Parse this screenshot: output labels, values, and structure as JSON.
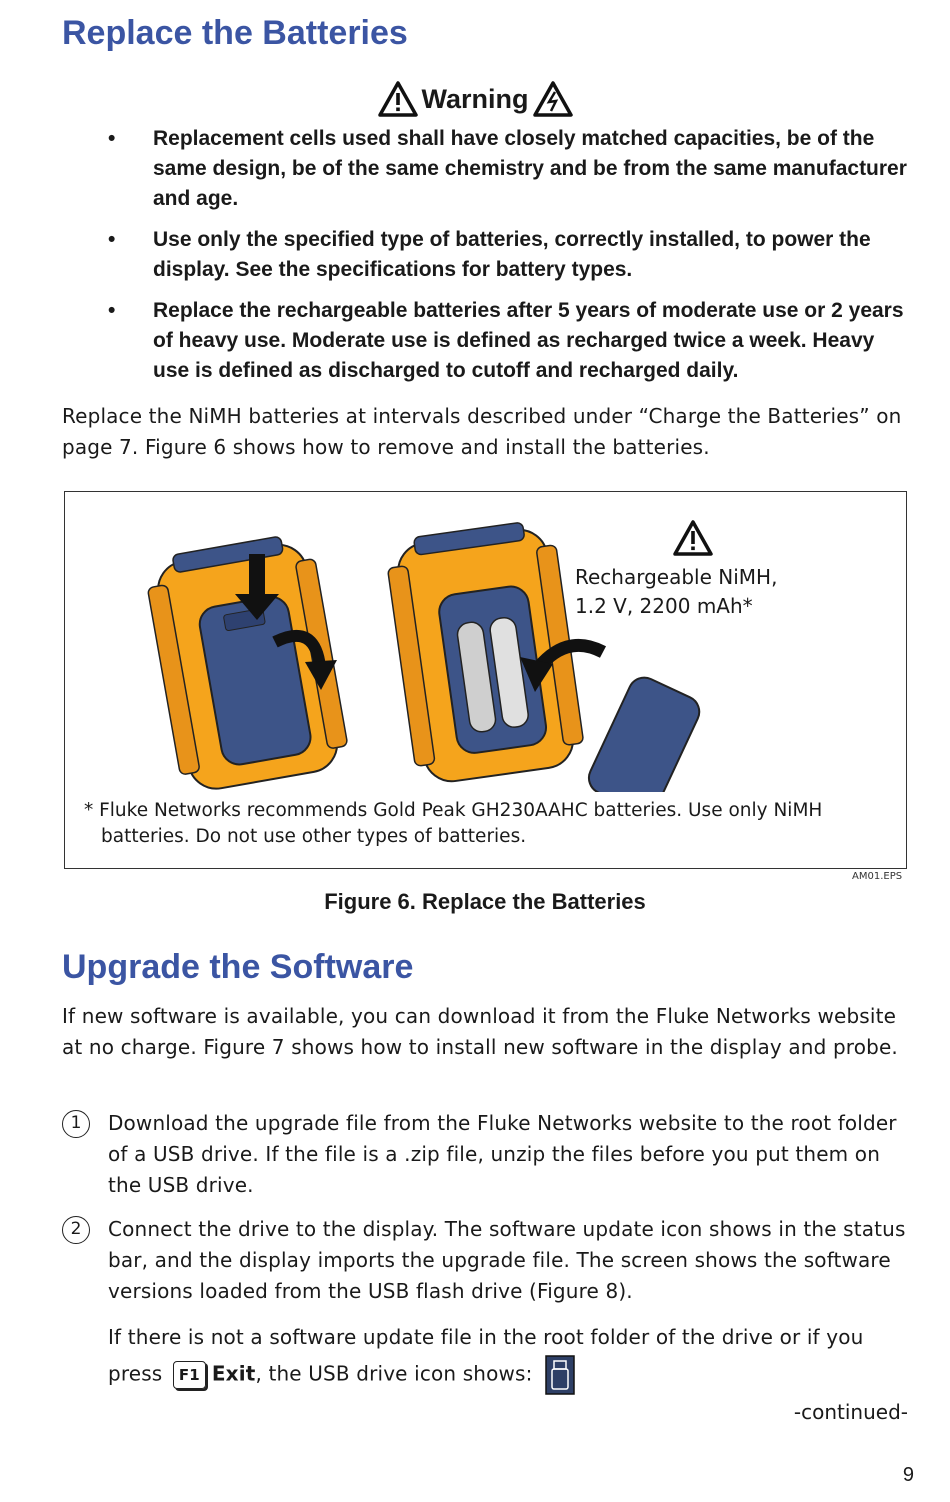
{
  "section1": {
    "title": "Replace the Batteries",
    "warning_label": "Warning",
    "warnings": [
      "Replacement cells used shall have closely matched capacities, be of the same design, be of the same chemistry and be from the same manufacturer and age.",
      "Use only the specified type of batteries, correctly installed, to power the display. See the specifications for battery types.",
      "Replace the rechargeable batteries after 5 years of moderate use or 2 years of heavy use. Moderate use is defined as recharged twice a week. Heavy use is defined as discharged to cutoff and recharged daily."
    ],
    "intro": "Replace the NiMH batteries at intervals described under “Charge the Batteries” on page 7. Figure 6 shows how to remove and install the batteries."
  },
  "figure6": {
    "battery_label_line1": "Rechargeable NiMH,",
    "battery_label_line2": "1.2 V, 2200 mAh*",
    "footnote": "* Fluke Networks recommends Gold Peak GH230AAHC batteries. Use only NiMH batteries. Do not use other types of batteries.",
    "figure_id": "AM01.EPS",
    "caption": "Figure 6. Replace the Batteries"
  },
  "section2": {
    "title": "Upgrade the Software",
    "intro": "If new software is available, you can download it from the Fluke Networks website at no charge. Figure 7 shows how to install new software in the display and probe.",
    "steps": [
      {
        "num": "1",
        "text": "Download the upgrade file from the Fluke Networks website to the root folder of a USB drive. If the file is a .zip file, unzip the files before you put them on the USB drive."
      },
      {
        "num": "2",
        "text": "Connect the drive to the display. The software update icon shows in the status bar, and the display imports the upgrade file. The screen shows the software versions loaded from the USB flash drive (Figure 8)."
      }
    ],
    "note_part1": "If there is not a software update file in the root folder of the drive or if you press",
    "note_key": "F1",
    "note_exit": "Exit",
    "note_part2": ", the USB drive icon shows:"
  },
  "footer": {
    "continued": "-continued-",
    "page_number": "9"
  },
  "colors": {
    "heading": "#3b55a3",
    "device_body": "#f5a41c",
    "device_panel": "#3d5488"
  }
}
